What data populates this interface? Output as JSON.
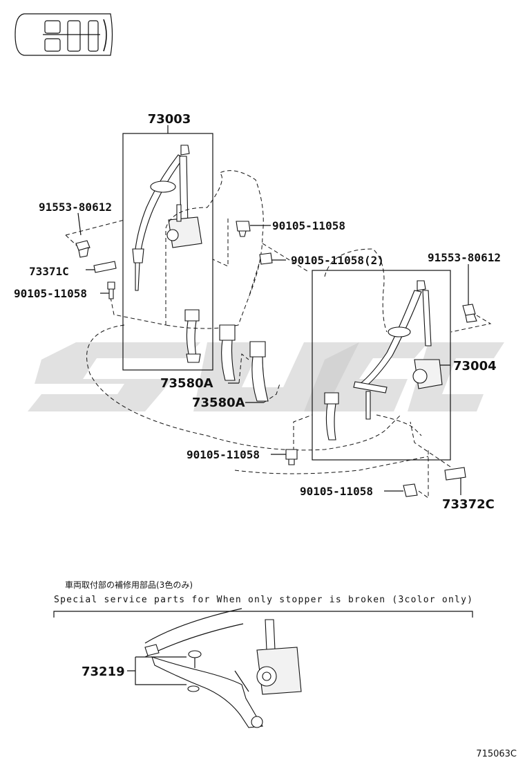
{
  "diagram": {
    "labels": {
      "assy_rear_left": "73003",
      "assy_rear_right": "73004",
      "bolt_top_left": "91553-80612",
      "bolt_top_right": "91553-80612",
      "cover_left": "73371C",
      "cover_right": "73372C",
      "bolt_left": "90105-11058",
      "bolt_center": "90105-11058",
      "bolt_center_pair": "90105-11058(2)",
      "bolt_bottom_center": "90105-11058",
      "bolt_bottom_right": "90105-11058",
      "buckle_a": "73580A",
      "buckle_b": "73580A",
      "stopper": "73219"
    },
    "note_jp": "車両取付部の補修用部品(3色のみ)",
    "note_en": "Special  service  parts  for  When  only  stopper  is  broken  (3color  only)",
    "drawing_code": "715063C",
    "colors": {
      "ink": "#111111",
      "watermark": "#c8c8c8"
    },
    "icons": [
      "vehicle-seat-layout-icon",
      "watermark-logo"
    ]
  }
}
